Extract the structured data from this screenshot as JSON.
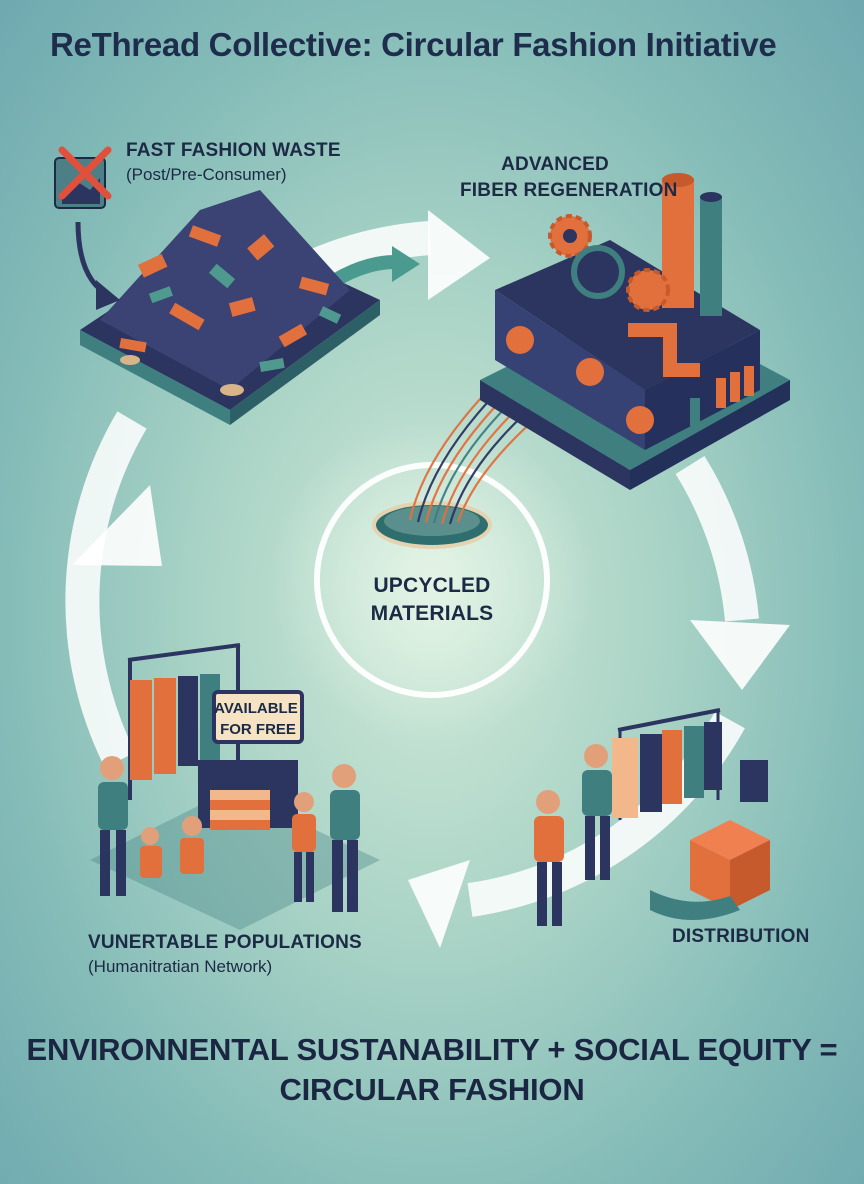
{
  "title": "ReThread Collective: Circular Fashion Initiative",
  "stages": {
    "waste": {
      "title": "FAST FASHION WASTE",
      "subtitle": "(Post/Pre-Consumer)"
    },
    "fiber": {
      "title_line1": "ADVANCED",
      "title_line2": "FIBER REGENERATION"
    },
    "upcycled": {
      "title_line1": "UPCYCLED",
      "title_line2": "MATERIALS"
    },
    "distribution": {
      "title": "DISTRIBUTION"
    },
    "vulnerable": {
      "title": "VUNERTABLE POPULATIONS",
      "subtitle": "(Humanitratian Network)"
    }
  },
  "sign": {
    "line1": "AVAILABLE",
    "line2": "FOR FREE"
  },
  "equation": {
    "line1": "ENVIRONNENTAL SUSTANABILITY + SOCIAL EQUITY =",
    "line2": "CIRCULAR FASHION"
  },
  "colors": {
    "navy": "#2c3560",
    "teal": "#3f7f80",
    "orange": "#e2703d",
    "arrow": "#ffffff"
  },
  "icons": [
    "crossed-out-clothes-icon",
    "down-arrow-icon",
    "gear-icon",
    "factory-chimney-icon",
    "clothing-rack-icon",
    "donation-box-icon"
  ]
}
